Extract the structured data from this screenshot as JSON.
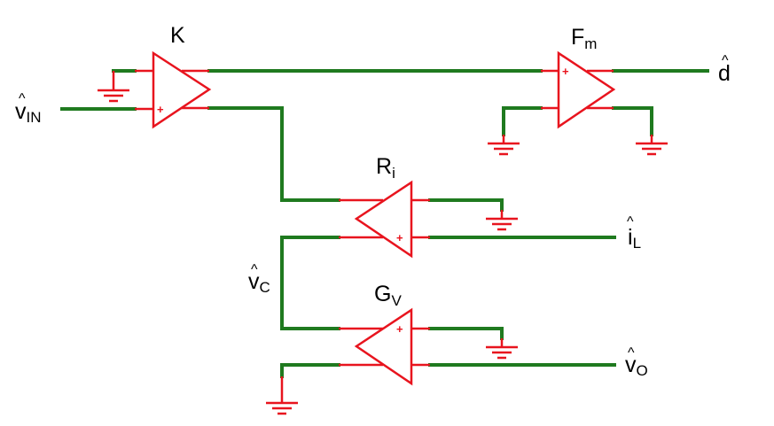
{
  "blocks": {
    "k": {
      "label": "K"
    },
    "fm": {
      "label": "F",
      "sub": "m"
    },
    "ri": {
      "label": "R",
      "sub": "i"
    },
    "gv": {
      "label": "G",
      "sub": "V"
    }
  },
  "signals": {
    "vin": {
      "label": "v",
      "sub": "IN",
      "hat": "^"
    },
    "d": {
      "label": "d",
      "hat": "^"
    },
    "il": {
      "label": "i",
      "sub": "L",
      "hat": "^"
    },
    "vc": {
      "label": "v",
      "sub": "C",
      "hat": "^"
    },
    "vo": {
      "label": "v",
      "sub": "O",
      "hat": "^"
    }
  },
  "pin_signs": {
    "plus": "+"
  },
  "colors": {
    "wire": "#1f7a1f",
    "component": "#e8141e",
    "text": "#000000"
  }
}
